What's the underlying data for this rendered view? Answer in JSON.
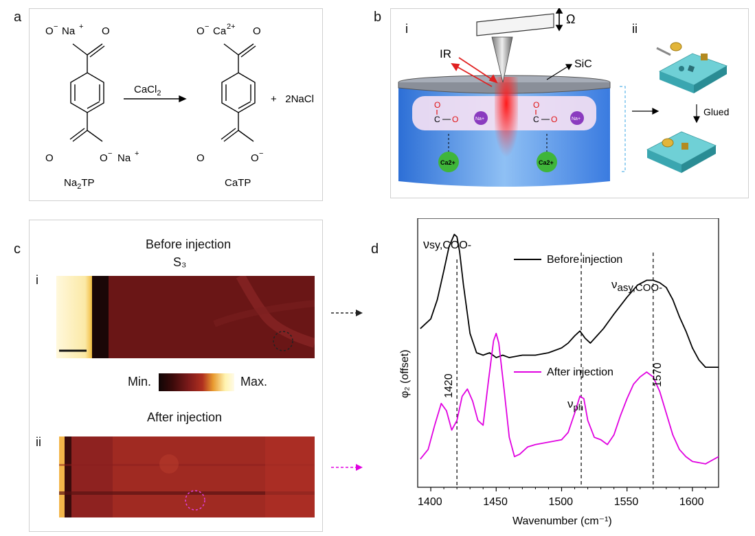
{
  "panels": {
    "a": {
      "label": "a",
      "reactant_top": {
        "anion": "O",
        "charge": "−",
        "cation": "Na",
        "cation_charge": "+",
        "o": "O"
      },
      "reactant_bottom": {
        "o": "O",
        "anion": "O",
        "charge": "−",
        "cation": "Na",
        "cation_charge": "+"
      },
      "reactant_name": "Na",
      "reactant_name_sub": "2",
      "reactant_name_tail": "TP",
      "reagent": "CaCl",
      "reagent_sub": "2",
      "product_top": {
        "anion": "O",
        "charge": "−",
        "cation": "Ca",
        "cation_charge": "2+",
        "o": "O"
      },
      "product_bottom": {
        "o": "O",
        "anion": "O",
        "charge": "−"
      },
      "product_name": "CaTP",
      "byproduct": "+   2NaCl"
    },
    "b": {
      "label": "b",
      "sub_i": "i",
      "sub_ii": "ii",
      "omega": "Ω",
      "ir": "IR",
      "sic": "SiC",
      "carboxyl_o": "O",
      "carboxyl_c": "C",
      "carboxyl_ominus": "O",
      "na_ion": "Na+",
      "ca_ion": "Ca2+",
      "glued": "Glued"
    },
    "c": {
      "label": "c",
      "sub_i": "i",
      "sub_ii": "ii",
      "title_before": "Before injection",
      "s3": "S₃",
      "min": "Min.",
      "max": "Max.",
      "title_after": "After injection"
    },
    "d": {
      "label": "d",
      "nu_sy": "ν",
      "nu_sy_sub": "sy,COO-",
      "nu_asy": "ν",
      "nu_asy_sub": "asy,COO-",
      "nu_ph": "ν",
      "nu_ph_sub": "ph",
      "peak_1420": "1420",
      "peak_1570": "1570",
      "legend_before": "Before injection",
      "legend_after": "After injection",
      "ylabel": "φ₂ (offset)",
      "xlabel": "Wavenumber (cm⁻¹)"
    }
  },
  "chart_data": {
    "type": "line",
    "xlabel": "Wavenumber (cm-1)",
    "ylabel": "φ2 (offset)",
    "xlim": [
      1390,
      1620
    ],
    "xticks": [
      1400,
      1450,
      1500,
      1550,
      1600
    ],
    "dashed_lines": [
      1420,
      1515,
      1570
    ],
    "colors": {
      "before": "#000000",
      "after": "#e000e0"
    },
    "series": [
      {
        "name": "Before injection",
        "x": [
          1392,
          1400,
          1405,
          1410,
          1414,
          1418,
          1420,
          1422,
          1425,
          1430,
          1435,
          1440,
          1445,
          1450,
          1455,
          1460,
          1470,
          1480,
          1490,
          1500,
          1505,
          1510,
          1514,
          1518,
          1522,
          1527,
          1532,
          1540,
          1550,
          1558,
          1565,
          1570,
          1575,
          1580,
          1585,
          1590,
          1595,
          1600,
          1605,
          1610,
          1620
        ],
        "y": [
          0.6,
          0.64,
          0.72,
          0.84,
          0.94,
          0.99,
          0.98,
          0.92,
          0.78,
          0.58,
          0.5,
          0.49,
          0.5,
          0.48,
          0.49,
          0.48,
          0.49,
          0.49,
          0.5,
          0.52,
          0.54,
          0.57,
          0.59,
          0.56,
          0.54,
          0.57,
          0.6,
          0.66,
          0.73,
          0.78,
          0.8,
          0.8,
          0.79,
          0.77,
          0.72,
          0.65,
          0.59,
          0.52,
          0.47,
          0.44,
          0.44
        ]
      },
      {
        "name": "After injection",
        "x": [
          1392,
          1398,
          1403,
          1408,
          1412,
          1416,
          1420,
          1424,
          1428,
          1432,
          1436,
          1440,
          1444,
          1448,
          1450,
          1452,
          1456,
          1460,
          1464,
          1468,
          1474,
          1480,
          1490,
          1500,
          1505,
          1510,
          1514,
          1517,
          1520,
          1525,
          1530,
          1535,
          1540,
          1545,
          1550,
          1555,
          1560,
          1565,
          1570,
          1575,
          1580,
          1585,
          1590,
          1595,
          1600,
          1610,
          1620
        ],
        "y": [
          0.06,
          0.1,
          0.2,
          0.29,
          0.26,
          0.18,
          0.22,
          0.32,
          0.35,
          0.3,
          0.22,
          0.2,
          0.38,
          0.55,
          0.58,
          0.54,
          0.35,
          0.15,
          0.07,
          0.08,
          0.11,
          0.12,
          0.13,
          0.14,
          0.17,
          0.25,
          0.32,
          0.31,
          0.22,
          0.15,
          0.14,
          0.12,
          0.16,
          0.24,
          0.31,
          0.37,
          0.4,
          0.42,
          0.4,
          0.34,
          0.25,
          0.16,
          0.1,
          0.07,
          0.05,
          0.04,
          0.07
        ]
      }
    ]
  }
}
